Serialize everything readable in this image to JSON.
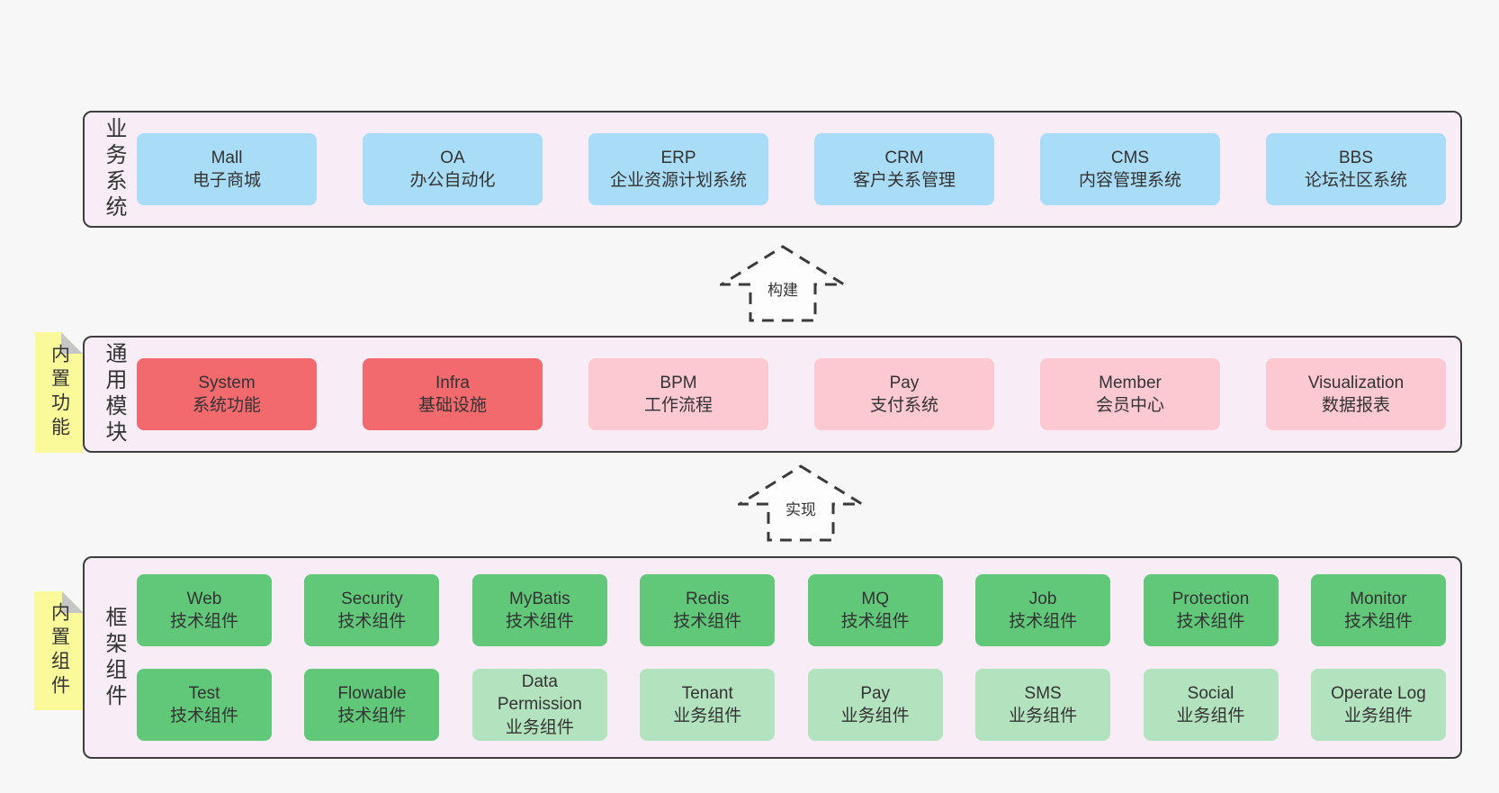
{
  "palette": {
    "background": "#f7f7f7",
    "panel_bg": "#f8edf6",
    "panel_border": "#3d3d3d",
    "blue_box": "#a9dcf6",
    "red_box": "#f2696e",
    "pink_box": "#fcc8d2",
    "green_box": "#61c87a",
    "light_green_box": "#b3e3be",
    "note_yellow": "#fafa9b",
    "note_fold_gray": "#c6c6c6",
    "text": "#333333"
  },
  "layers": [
    {
      "label": "业务系统",
      "note": null,
      "rows": [
        [
          {
            "name": "Mall",
            "subtitle": "电子商城",
            "variant": "blue"
          },
          {
            "name": "OA",
            "subtitle": "办公自动化",
            "variant": "blue"
          },
          {
            "name": "ERP",
            "subtitle": "企业资源计划系统",
            "variant": "blue"
          },
          {
            "name": "CRM",
            "subtitle": "客户关系管理",
            "variant": "blue"
          },
          {
            "name": "CMS",
            "subtitle": "内容管理系统",
            "variant": "blue"
          },
          {
            "name": "BBS",
            "subtitle": "论坛社区系统",
            "variant": "blue"
          }
        ]
      ]
    },
    {
      "label": "通用模块",
      "note": "内置功能",
      "rows": [
        [
          {
            "name": "System",
            "subtitle": "系统功能",
            "variant": "red"
          },
          {
            "name": "Infra",
            "subtitle": "基础设施",
            "variant": "red"
          },
          {
            "name": "BPM",
            "subtitle": "工作流程",
            "variant": "pink"
          },
          {
            "name": "Pay",
            "subtitle": "支付系统",
            "variant": "pink"
          },
          {
            "name": "Member",
            "subtitle": "会员中心",
            "variant": "pink"
          },
          {
            "name": "Visualization",
            "subtitle": "数据报表",
            "variant": "pink"
          }
        ]
      ]
    },
    {
      "label": "框架组件",
      "note": "内置组件",
      "rows": [
        [
          {
            "name": "Web",
            "subtitle": "技术组件",
            "variant": "green"
          },
          {
            "name": "Security",
            "subtitle": "技术组件",
            "variant": "green"
          },
          {
            "name": "MyBatis",
            "subtitle": "技术组件",
            "variant": "green"
          },
          {
            "name": "Redis",
            "subtitle": "技术组件",
            "variant": "green"
          },
          {
            "name": "MQ",
            "subtitle": "技术组件",
            "variant": "green"
          },
          {
            "name": "Job",
            "subtitle": "技术组件",
            "variant": "green"
          },
          {
            "name": "Protection",
            "subtitle": "技术组件",
            "variant": "green"
          },
          {
            "name": "Monitor",
            "subtitle": "技术组件",
            "variant": "green"
          }
        ],
        [
          {
            "name": "Test",
            "subtitle": "技术组件",
            "variant": "green"
          },
          {
            "name": "Flowable",
            "subtitle": "技术组件",
            "variant": "green"
          },
          {
            "name": "Data Permission",
            "subtitle": "业务组件",
            "variant": "lightgreen"
          },
          {
            "name": "Tenant",
            "subtitle": "业务组件",
            "variant": "lightgreen"
          },
          {
            "name": "Pay",
            "subtitle": "业务组件",
            "variant": "lightgreen"
          },
          {
            "name": "SMS",
            "subtitle": "业务组件",
            "variant": "lightgreen"
          },
          {
            "name": "Social",
            "subtitle": "业务组件",
            "variant": "lightgreen"
          },
          {
            "name": "Operate Log",
            "subtitle": "业务组件",
            "variant": "lightgreen"
          }
        ]
      ]
    }
  ],
  "arrows": [
    {
      "label": "构建"
    },
    {
      "label": "实现"
    }
  ]
}
